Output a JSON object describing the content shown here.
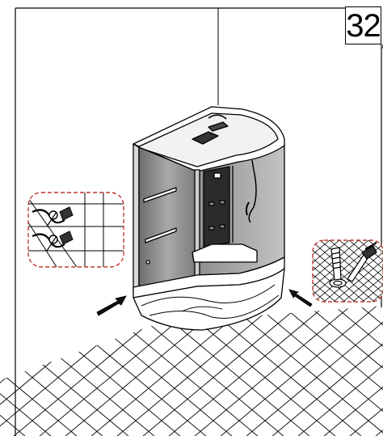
{
  "step_number": "32",
  "figure": {
    "subject": "corner-shower-cabin",
    "callouts": [
      {
        "id": "callout-left",
        "depicts": "water-supply-hose-connection",
        "border_style": "dashed",
        "border_color": "#c0392b"
      },
      {
        "id": "callout-right",
        "depicts": "floor-drain-connection",
        "border_style": "dashed",
        "border_color": "#c0392b"
      }
    ],
    "arrows": [
      "push-arrow-left",
      "push-arrow-right"
    ],
    "floor": "tiled-floor-grid",
    "walls": "room-corner"
  },
  "colors": {
    "line": "#000000",
    "callout_border": "#c0392b",
    "glass_tint": "#8c8c8c",
    "panel_dark": "#2b2b2b"
  }
}
